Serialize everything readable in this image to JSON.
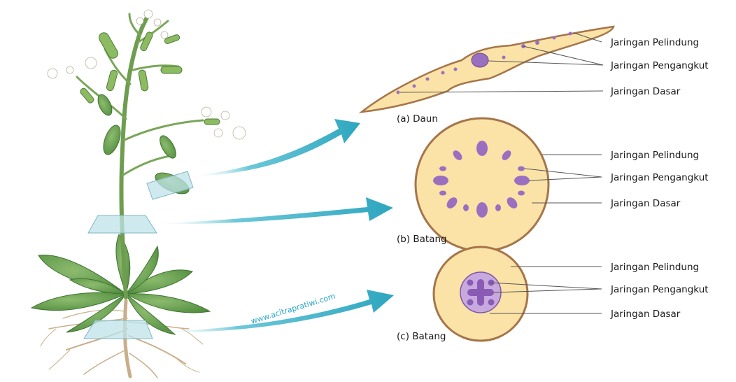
{
  "sections": [
    {
      "caption": "(a) Daun",
      "labels": [
        "Jaringan Pelindung",
        "Jaringan Pengangkut",
        "Jaringan Dasar"
      ]
    },
    {
      "caption": "(b) Batang",
      "labels": [
        "Jaringan Pelindung",
        "Jaringan Pengangkut",
        "Jaringan Dasar"
      ]
    },
    {
      "caption": "(c) Batang",
      "labels": [
        "Jaringan Pelindung",
        "Jaringan Pengangkut",
        "Jaringan Dasar"
      ]
    }
  ],
  "watermark": "www.acitrapratiwi.com",
  "colors": {
    "tissue_fill": "#fbe3a8",
    "tissue_edge": "#a5754a",
    "vascular": "#9b6fc0",
    "arrow": "#39b3c9",
    "leaf_green": "#5f9a4c",
    "stem_green": "#7aa659",
    "root": "#c9ae8a"
  }
}
